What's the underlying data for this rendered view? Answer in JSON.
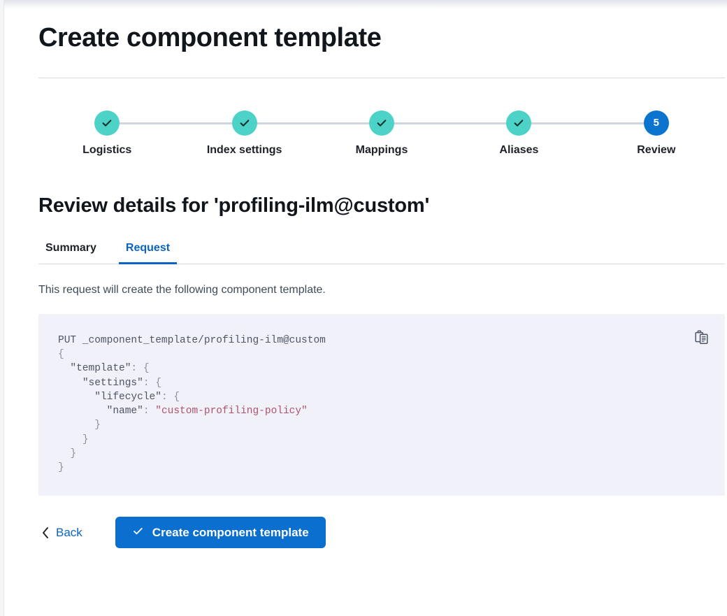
{
  "page": {
    "title": "Create component template"
  },
  "stepper": {
    "steps": [
      {
        "label": "Logistics",
        "number": "1",
        "state": "complete",
        "icon": "check-icon"
      },
      {
        "label": "Index settings",
        "number": "2",
        "state": "complete",
        "icon": "check-icon"
      },
      {
        "label": "Mappings",
        "number": "3",
        "state": "complete",
        "icon": "check-icon"
      },
      {
        "label": "Aliases",
        "number": "4",
        "state": "complete",
        "icon": "check-icon"
      },
      {
        "label": "Review",
        "number": "5",
        "state": "current",
        "icon": ""
      }
    ],
    "colors": {
      "complete": "#4dd2c8",
      "current": "#0b74cf",
      "connector": "#cfd6e0"
    }
  },
  "review": {
    "heading": "Review details for 'profiling-ilm@custom'",
    "tabs": [
      {
        "label": "Summary",
        "active": false
      },
      {
        "label": "Request",
        "active": true
      }
    ],
    "description": "This request will create the following component template.",
    "request": {
      "method_line": "PUT _component_template/profiling-ilm@custom",
      "lines": [
        "{",
        "  \"template\": {",
        "    \"settings\": {",
        "      \"lifecycle\": {",
        "        \"name\": \"custom-profiling-policy\"",
        "      }",
        "    }",
        "  }",
        "}"
      ],
      "body_keys": {
        "template": "\"template\"",
        "settings": "\"settings\"",
        "lifecycle": "\"lifecycle\"",
        "name": "\"name\""
      },
      "policy_value": "\"custom-profiling-policy\"",
      "copy_icon": "copy-clipboard-icon",
      "string_color": "#b0526b",
      "panel_color": "#f1f2f9"
    }
  },
  "actions": {
    "back_label": "Back",
    "back_icon": "chevron-left-icon",
    "submit_label": "Create component template",
    "submit_icon": "check-icon",
    "submit_color": "#0a6fce"
  }
}
